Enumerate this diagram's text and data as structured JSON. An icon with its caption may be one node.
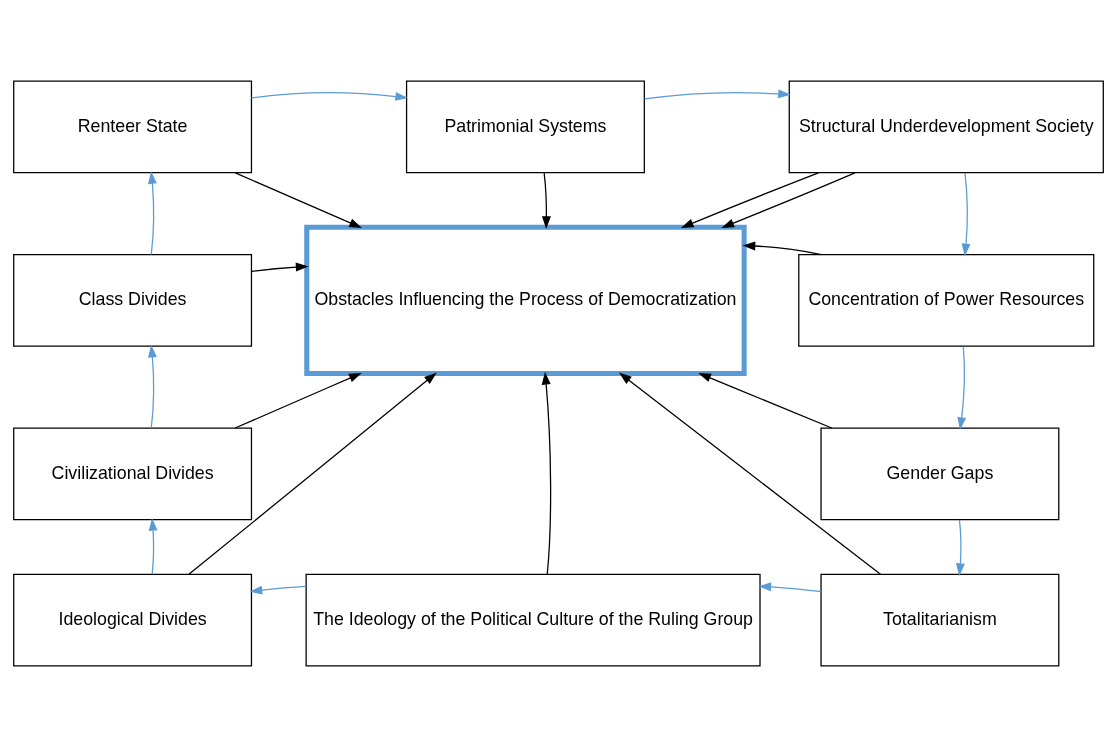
{
  "diagram": {
    "nodes": [
      {
        "text": [
          "Renteer State"
        ]
      },
      {
        "text": [
          "Patrimonial Systems"
        ]
      },
      {
        "text": [
          "Structural Underdevelopment Society"
        ]
      },
      {
        "text": [
          "Class Divides"
        ]
      },
      {
        "text": [
          "Obstacles Influencing the Process of Democratization"
        ]
      },
      {
        "text": [
          "Concentration of Power Resources"
        ]
      },
      {
        "text": [
          "Civilizational Divides"
        ]
      },
      {
        "text": [
          "Gender Gaps"
        ]
      },
      {
        "text": [
          "Ideological Divides"
        ]
      },
      {
        "text": [
          "The Ideology of the Political Culture of the Ruling Group"
        ]
      },
      {
        "text": [
          "Totalitarianism"
        ]
      }
    ],
    "edges": [
      {
        "from": 0,
        "to": 1,
        "arrow": "to",
        "color": "#5b9bd5"
      },
      {
        "from": 1,
        "to": 2,
        "arrow": "to",
        "color": "#5b9bd5"
      },
      {
        "from": 2,
        "to": 5,
        "arrow": "to",
        "color": "#5b9bd5"
      },
      {
        "from": 5,
        "to": 7,
        "arrow": "to",
        "color": "#5b9bd5"
      },
      {
        "from": 7,
        "to": 10,
        "arrow": "to",
        "color": "#5b9bd5"
      },
      {
        "from": 10,
        "to": 9,
        "arrow": "to",
        "color": "#5b9bd5"
      },
      {
        "from": 9,
        "to": 8,
        "arrow": "to",
        "color": "#5b9bd5"
      },
      {
        "from": 8,
        "to": 6,
        "arrow": "to",
        "color": "#5b9bd5"
      },
      {
        "from": 6,
        "to": 3,
        "arrow": "to",
        "color": "#5b9bd5"
      },
      {
        "from": 3,
        "to": 0,
        "arrow": "to",
        "color": "#5b9bd5"
      },
      {
        "from": 0,
        "to": 4,
        "arrow": "to"
      },
      {
        "from": 1,
        "to": 4,
        "arrow": "to"
      },
      {
        "from": 2,
        "to": 4,
        "arrow": "to"
      },
      {
        "from": 2,
        "to": 4,
        "arrow": "to"
      },
      {
        "from": 5,
        "to": 4,
        "arrow": "to"
      },
      {
        "from": 7,
        "to": 4,
        "arrow": "to"
      },
      {
        "from": 10,
        "to": 4,
        "arrow": "to"
      },
      {
        "from": 9,
        "to": 4,
        "arrow": "to"
      },
      {
        "from": 8,
        "to": 4,
        "arrow": "to"
      },
      {
        "from": 6,
        "to": 4,
        "arrow": "to"
      },
      {
        "from": 3,
        "to": 4,
        "arrow": "to"
      }
    ]
  }
}
